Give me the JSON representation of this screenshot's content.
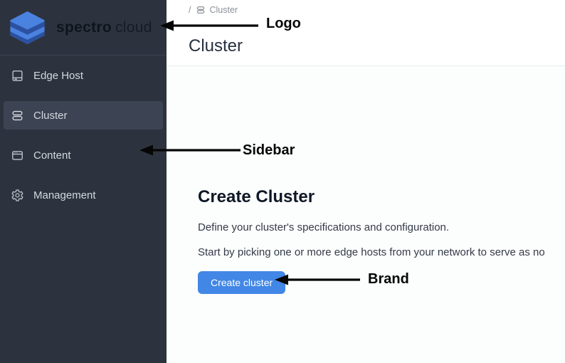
{
  "brand": {
    "name_primary": "spectro",
    "name_secondary": "cloud"
  },
  "sidebar": {
    "items": [
      {
        "label": "Edge Host",
        "icon": "edge-host-icon",
        "selected": false
      },
      {
        "label": "Cluster",
        "icon": "cluster-icon",
        "selected": true
      },
      {
        "label": "Content",
        "icon": "content-icon",
        "selected": false
      },
      {
        "label": "Management",
        "icon": "gear-icon",
        "selected": false
      }
    ]
  },
  "header": {
    "breadcrumb": {
      "separator": "/",
      "item": "Cluster",
      "icon": "cluster-icon"
    },
    "page_title": "Cluster"
  },
  "main": {
    "heading": "Create Cluster",
    "description_line1": "Define your cluster's specifications and configuration.",
    "description_line2": "Start by picking one or more edge hosts from your network to serve as no",
    "create_button_label": "Create cluster"
  },
  "annotations": [
    {
      "label": "Logo"
    },
    {
      "label": "Sidebar"
    },
    {
      "label": "Brand"
    }
  ],
  "colors": {
    "sidebar_bg": "#2d333e",
    "sidebar_selected_bg": "#3c4352",
    "accent_blue": "#4287e5",
    "logo_blue_light": "#4a82e0",
    "logo_blue_dark": "#2b51a0",
    "annotation_color": "#060606"
  }
}
